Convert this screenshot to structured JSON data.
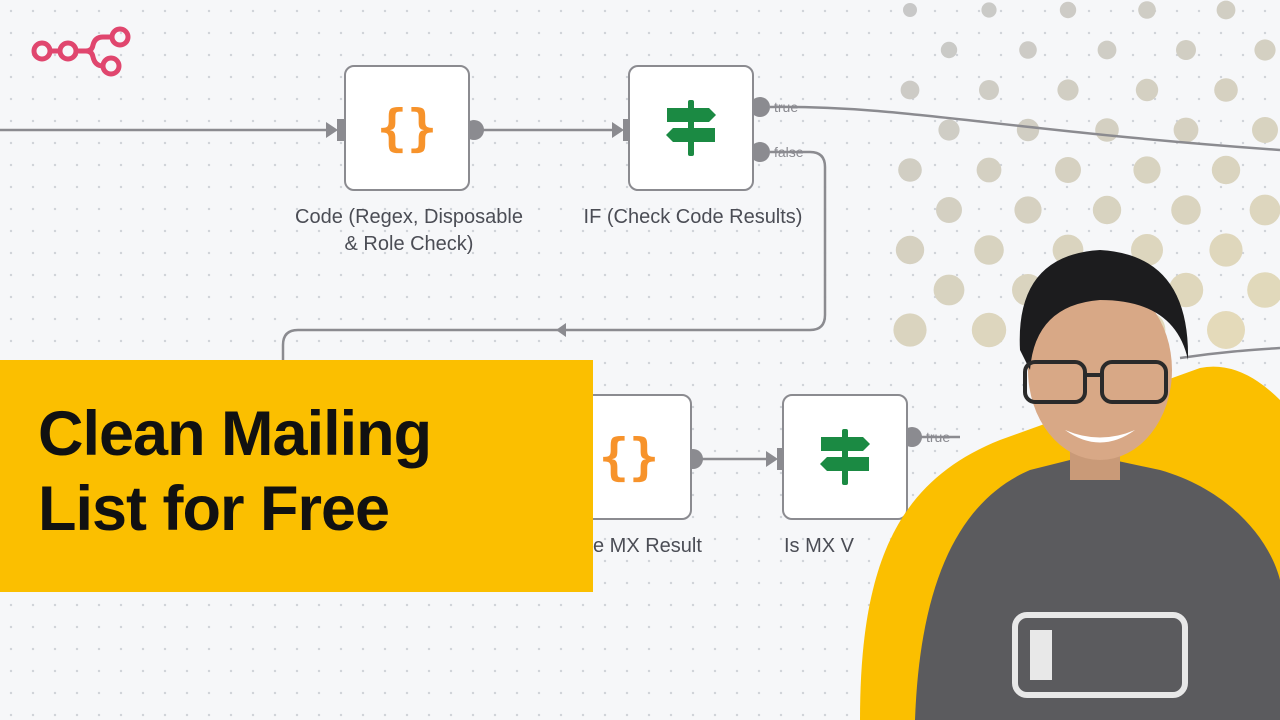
{
  "canvas": {
    "nodes": [
      {
        "label_line1": "Code (Regex, Disposable",
        "label_line2": "& Role Check)",
        "icon": "code-braces-icon"
      },
      {
        "label": "IF (Check Code Results)",
        "icon": "signpost-icon",
        "outputs": [
          "true",
          "false"
        ]
      },
      {
        "label": "e MX Result",
        "icon": "code-braces-icon"
      },
      {
        "label": "Is MX V",
        "icon": "signpost-icon",
        "outputs": [
          "true"
        ]
      }
    ]
  },
  "banner": {
    "line1": "Clean Mailing",
    "line2": "List for Free"
  },
  "colors": {
    "accent": "#fbbf00",
    "logo": "#e0466e",
    "code": "#f7932b",
    "if": "#1b8a43"
  }
}
